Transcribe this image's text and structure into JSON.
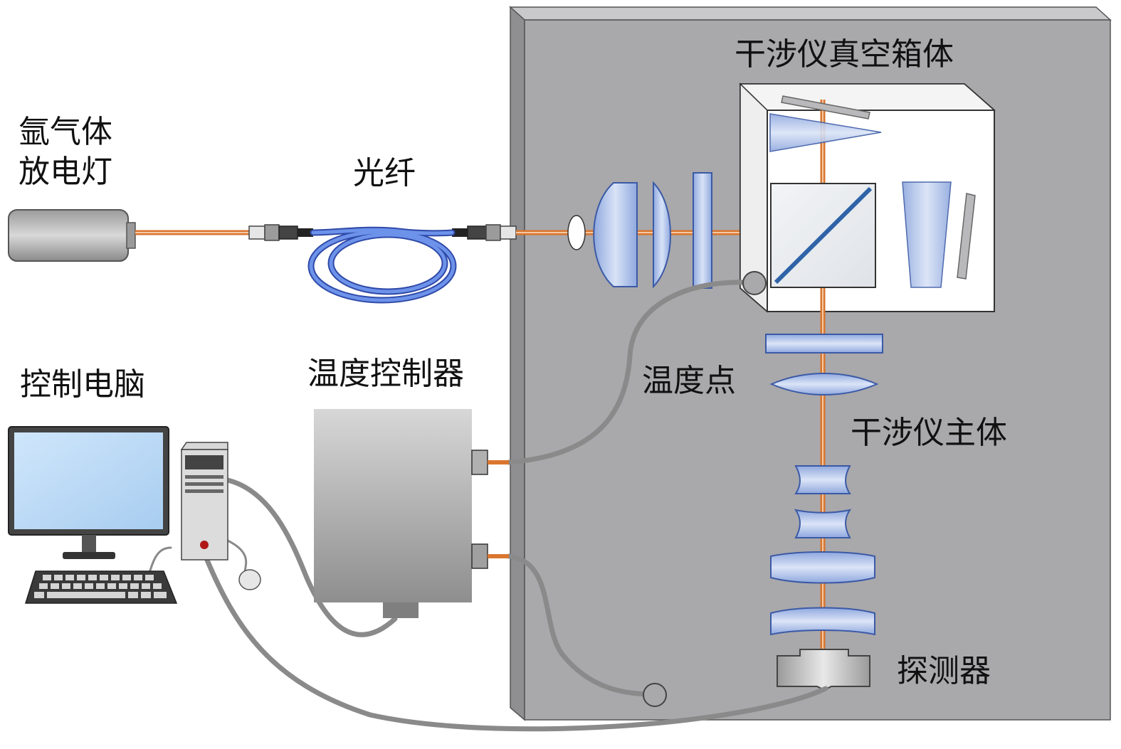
{
  "labels": {
    "argon_lamp_line1": "氩气体",
    "argon_lamp_line2": "放电灯",
    "fiber": "光纤",
    "vacuum_box": "干涉仪真空箱体",
    "control_pc": "控制电脑",
    "temp_controller": "温度控制器",
    "temp_point": "温度点",
    "interferometer_body": "干涉仪主体",
    "detector": "探测器"
  },
  "colors": {
    "panel": "#a9a8ab",
    "panel_side": "#c9c9cc",
    "beam": "#d9762f",
    "fiber_blue": "#5b7fd9",
    "lens_blue": "#a9bfe8",
    "cable_gray": "#8a8a8a",
    "device_gray": "#b5b5b5"
  },
  "icons": [
    "lamp-icon",
    "fiber-coil-icon",
    "monitor-icon",
    "keyboard-icon",
    "mouse-icon",
    "pc-tower-icon",
    "controller-box-icon",
    "lens-icon",
    "mirror-icon",
    "beamsplitter-icon",
    "detector-icon"
  ]
}
